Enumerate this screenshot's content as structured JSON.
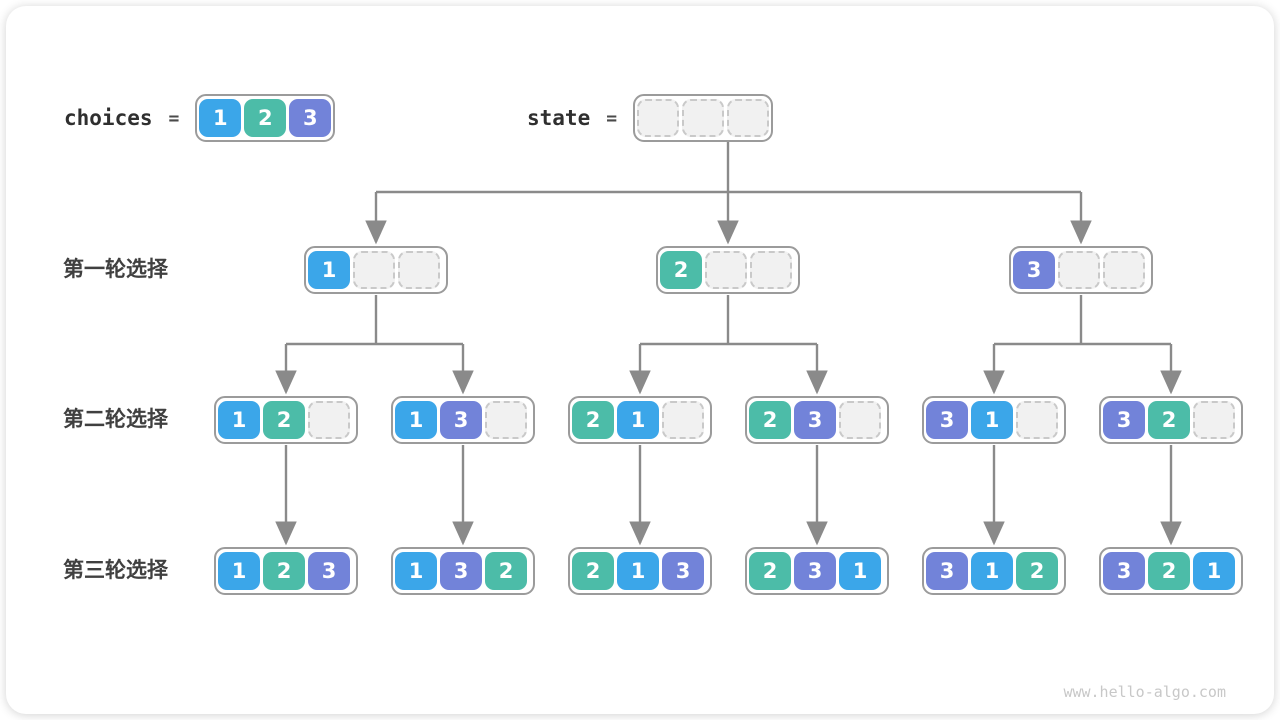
{
  "header": {
    "choices_label": "choices",
    "equals_sign": "=",
    "choices_values": [
      1,
      2,
      3
    ],
    "state_label": "state",
    "state_empty_cells": 3
  },
  "row_labels": [
    "第一轮选择",
    "第二轮选择",
    "第三轮选择"
  ],
  "tree": {
    "level1": [
      [
        1,
        null,
        null
      ],
      [
        2,
        null,
        null
      ],
      [
        3,
        null,
        null
      ]
    ],
    "level2": [
      [
        1,
        2,
        null
      ],
      [
        1,
        3,
        null
      ],
      [
        2,
        1,
        null
      ],
      [
        2,
        3,
        null
      ],
      [
        3,
        1,
        null
      ],
      [
        3,
        2,
        null
      ]
    ],
    "level3": [
      [
        1,
        2,
        3
      ],
      [
        1,
        3,
        2
      ],
      [
        2,
        1,
        3
      ],
      [
        2,
        3,
        1
      ],
      [
        3,
        1,
        2
      ],
      [
        3,
        2,
        1
      ]
    ]
  },
  "colors": {
    "value1": "#3BA6E9",
    "value2": "#4CBCA8",
    "value3": "#7283D9",
    "arrow": "#8a8a8a"
  },
  "watermark": "www.hello-algo.com"
}
